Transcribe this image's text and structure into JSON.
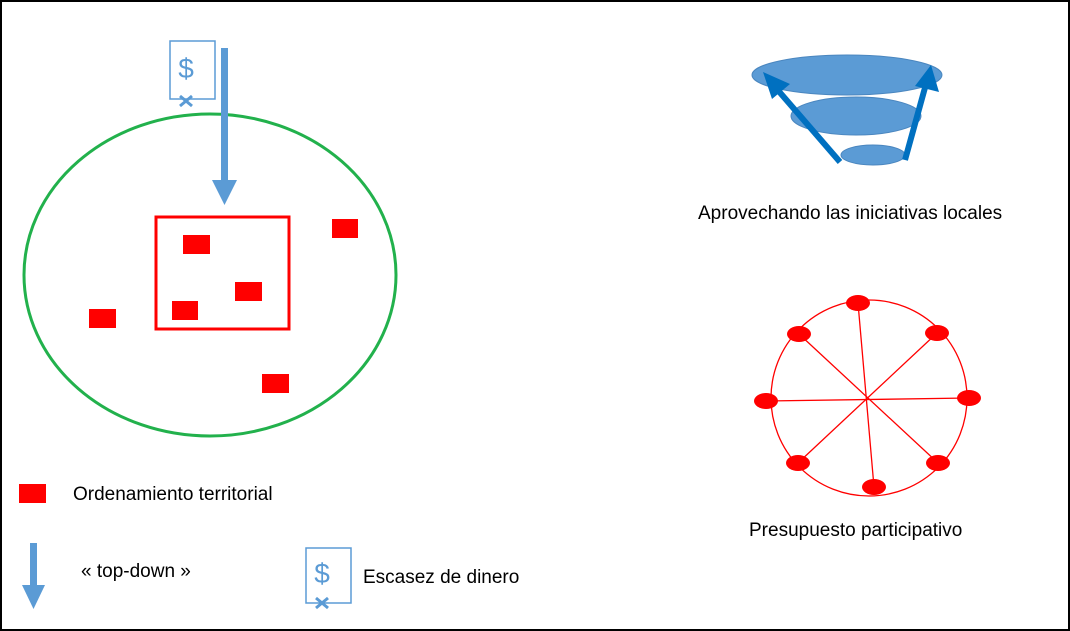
{
  "labels": {
    "funnel": "Aprovechando las iniciativas locales",
    "participatory": "Presupuesto participativo"
  },
  "legend": {
    "planning": "Ordenamiento territorial",
    "topdown": "« top-down »",
    "scarcity": "Escasez de dinero"
  },
  "icons": {
    "money_symbol": "$"
  },
  "colors": {
    "territory_circle": "#22b14c",
    "planning_red": "#ff0000",
    "arrow_blue": "#5b9bd5",
    "funnel_fill": "#5b9bd5",
    "funnel_arrow": "#0070c0",
    "wheel_red": "#ff0000"
  }
}
